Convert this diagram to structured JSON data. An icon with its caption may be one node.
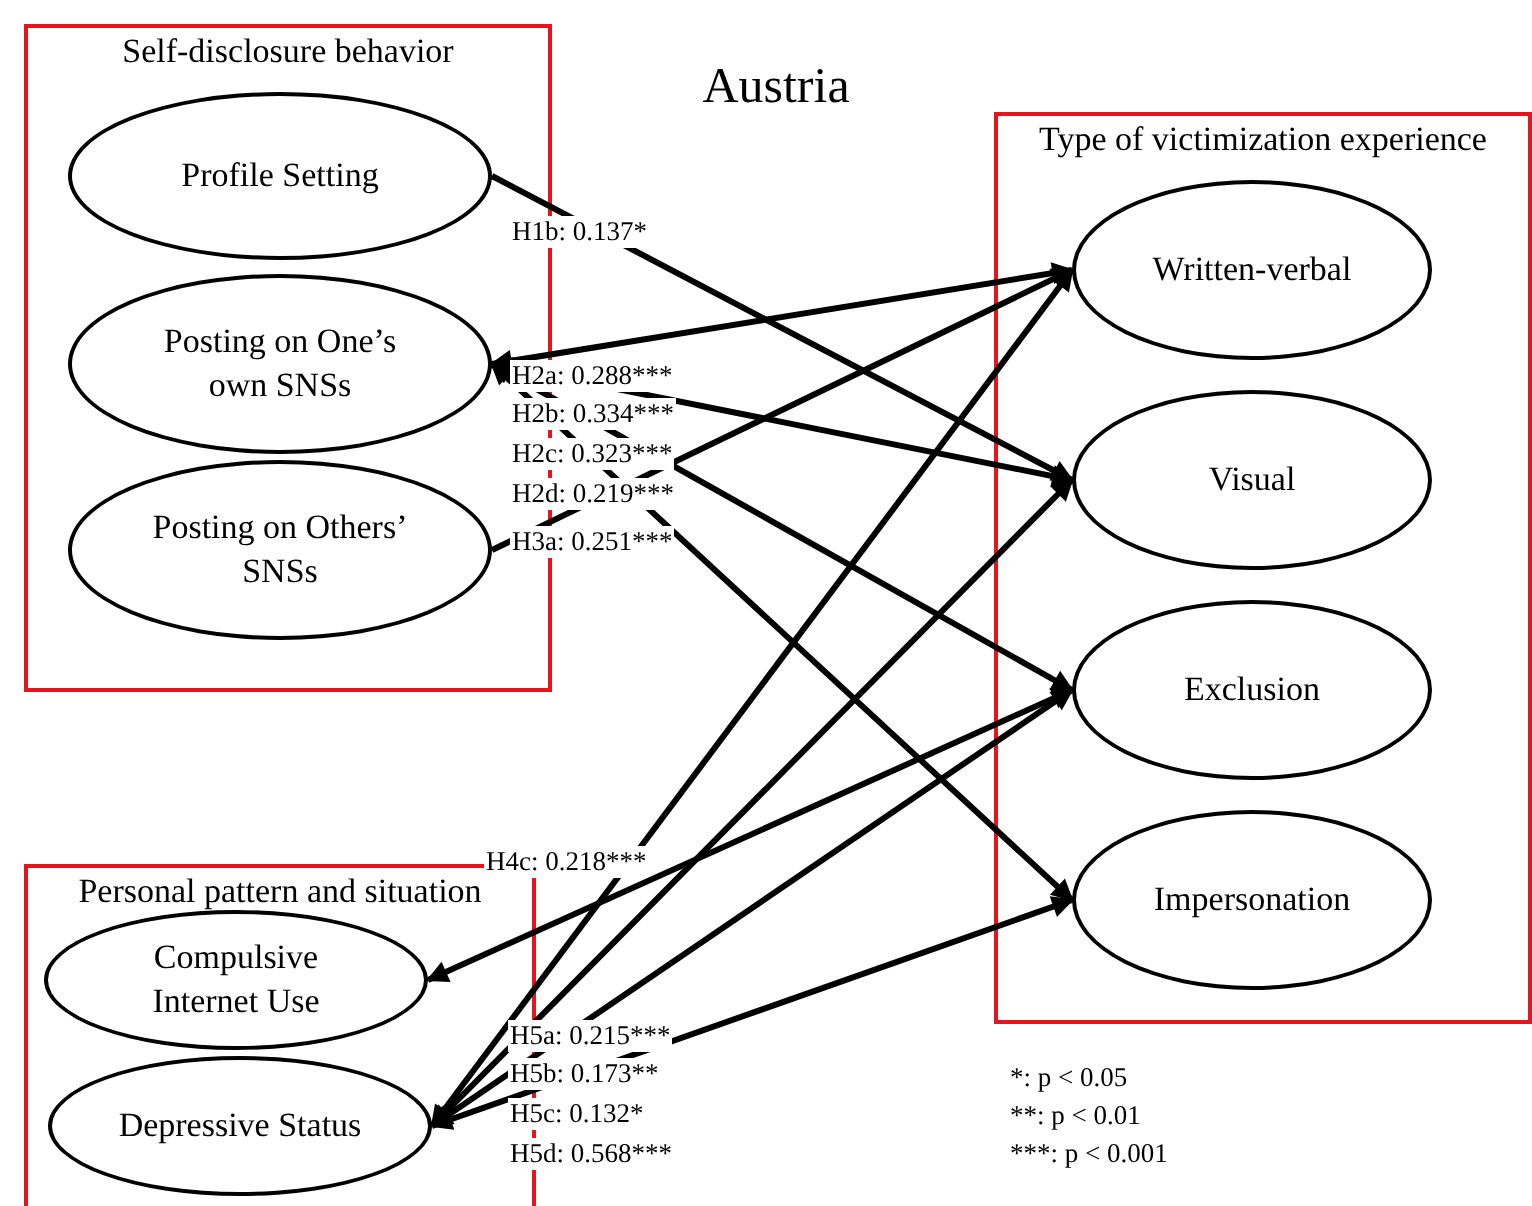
{
  "diagram": {
    "title": "Austria",
    "nodes": [
      {
        "text": [
          "Self-disclosure behavior"
        ]
      },
      {
        "text": [
          "Profile Setting"
        ],
        "in": 0
      },
      {
        "text": [
          "Posting on One’s own SNSs"
        ],
        "in": 0
      },
      {
        "text": [
          "Posting on Others’ SNSs"
        ],
        "in": 0
      },
      {
        "text": [
          "Type of victimization experience"
        ]
      },
      {
        "text": [
          "Written-verbal"
        ],
        "in": 4
      },
      {
        "text": [
          "Visual"
        ],
        "in": 4
      },
      {
        "text": [
          "Exclusion"
        ],
        "in": 4
      },
      {
        "text": [
          "Impersonation"
        ],
        "in": 4
      },
      {
        "text": [
          "Personal pattern and situation"
        ]
      },
      {
        "text": [
          "Compulsive Internet Use"
        ],
        "in": 9
      },
      {
        "text": [
          "Depressive Status"
        ],
        "in": 9
      }
    ],
    "edges": [
      {
        "from": 1,
        "to": 6,
        "arrow": "to",
        "label": "H1b: 0.137*"
      },
      {
        "from": 2,
        "to": 5,
        "arrow": "both",
        "label": "H2a: 0.288***"
      },
      {
        "from": 2,
        "to": 6,
        "arrow": "both",
        "label": "H2b: 0.334***"
      },
      {
        "from": 2,
        "to": 7,
        "arrow": "both",
        "label": "H2c: 0.323***"
      },
      {
        "from": 2,
        "to": 8,
        "arrow": "both",
        "label": "H2d: 0.219***"
      },
      {
        "from": 3,
        "to": 5,
        "arrow": "to",
        "label": "H3a: 0.251***"
      },
      {
        "from": 10,
        "to": 7,
        "arrow": "both",
        "label": "H4c: 0.218***"
      },
      {
        "from": 11,
        "to": 5,
        "arrow": "both",
        "label": "H5a: 0.215***"
      },
      {
        "from": 11,
        "to": 6,
        "arrow": "both",
        "label": "H5b: 0.173**"
      },
      {
        "from": 11,
        "to": 7,
        "arrow": "both",
        "label": "H5c: 0.132*"
      },
      {
        "from": 11,
        "to": 8,
        "arrow": "both",
        "label": "H5d: 0.568***"
      }
    ],
    "labels": [
      "*: p < 0.05",
      "**: p < 0.01",
      "***: p < 0.001"
    ]
  }
}
